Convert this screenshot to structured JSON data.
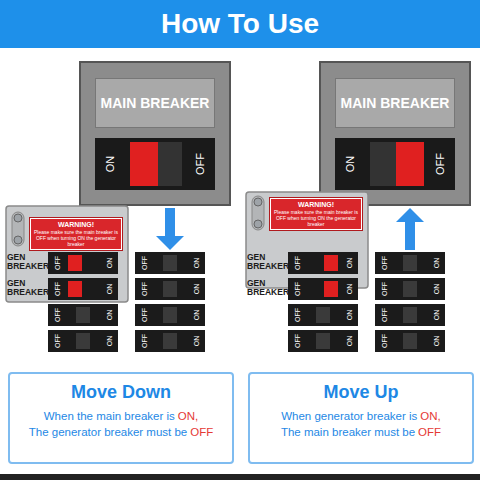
{
  "diagram": {
    "title": "How To Use",
    "nodes": [
      {
        "text": [
          "MAIN BREAKER"
        ]
      },
      {
        "text": [
          "WARNING!",
          "Please make sure the main breaker is OFF when turning ON the generator breaker"
        ]
      },
      {
        "text": [
          "Move Down",
          "When the main breaker is",
          "ON,",
          "The generator breaker must be",
          "OFF"
        ]
      },
      {
        "text": [
          "MAIN BREAKER"
        ]
      },
      {
        "text": [
          "WARNING!",
          "Please make sure the main breaker is OFF when turning ON the generator breaker"
        ]
      },
      {
        "text": [
          "Move Up",
          "When generator breaker is",
          "ON,",
          "The main breaker must be",
          "OFF"
        ]
      }
    ],
    "labels": [
      "ON",
      "OFF",
      "GEN BREAKER",
      "GEN BREAKER",
      "OFF",
      "ON",
      "OFF",
      "ON",
      "OFF",
      "ON",
      "OFF",
      "ON",
      "OFF",
      "ON",
      "OFF",
      "ON",
      "OFF",
      "ON",
      "OFF",
      "ON",
      "ON",
      "OFF",
      "GEN BREAKER",
      "GEN BREAKER",
      "OFF",
      "ON",
      "OFF",
      "ON",
      "OFF",
      "ON",
      "OFF",
      "ON",
      "OFF",
      "ON",
      "OFF",
      "ON",
      "OFF",
      "ON",
      "OFF",
      "ON"
    ]
  }
}
